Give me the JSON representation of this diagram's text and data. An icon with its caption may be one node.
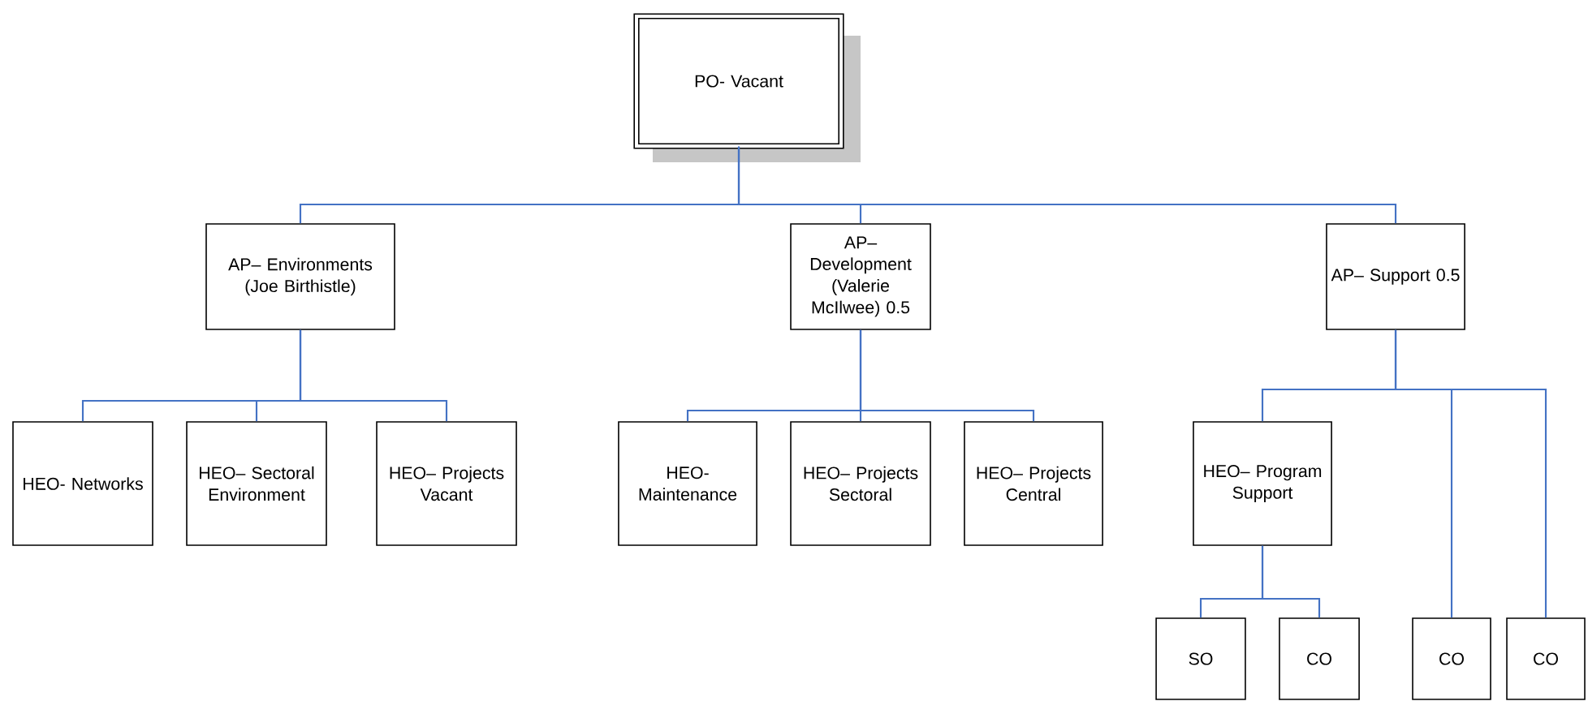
{
  "diagram": {
    "nodes": [
      {
        "text": [
          "PO- Vacant"
        ]
      },
      {
        "text": [
          "AP– Environments (Joe Birthistle)"
        ]
      },
      {
        "text": [
          "AP– Development (Valerie McIlwee) 0.5"
        ]
      },
      {
        "text": [
          "AP– Support 0.5"
        ]
      },
      {
        "text": [
          "HEO- Networks"
        ]
      },
      {
        "text": [
          "HEO– Sectoral Environment"
        ]
      },
      {
        "text": [
          "HEO– Projects Vacant"
        ]
      },
      {
        "text": [
          "HEO- Maintenance"
        ]
      },
      {
        "text": [
          "HEO– Projects Sectoral"
        ]
      },
      {
        "text": [
          "HEO– Projects Central"
        ]
      },
      {
        "text": [
          "HEO– Program Support"
        ]
      },
      {
        "text": [
          "SO"
        ]
      },
      {
        "text": [
          "CO"
        ]
      },
      {
        "text": [
          "CO"
        ]
      },
      {
        "text": [
          "CO"
        ]
      }
    ],
    "edges": [
      {
        "from": 0,
        "to": 1,
        "arrow": "none"
      },
      {
        "from": 0,
        "to": 2,
        "arrow": "none"
      },
      {
        "from": 0,
        "to": 3,
        "arrow": "none"
      },
      {
        "from": 1,
        "to": 4,
        "arrow": "none"
      },
      {
        "from": 1,
        "to": 5,
        "arrow": "none"
      },
      {
        "from": 1,
        "to": 6,
        "arrow": "none"
      },
      {
        "from": 2,
        "to": 7,
        "arrow": "none"
      },
      {
        "from": 2,
        "to": 8,
        "arrow": "none"
      },
      {
        "from": 2,
        "to": 9,
        "arrow": "none"
      },
      {
        "from": 3,
        "to": 10,
        "arrow": "none"
      },
      {
        "from": 3,
        "to": 13,
        "arrow": "none"
      },
      {
        "from": 3,
        "to": 14,
        "arrow": "none"
      },
      {
        "from": 10,
        "to": 11,
        "arrow": "none"
      },
      {
        "from": 10,
        "to": 12,
        "arrow": "none"
      }
    ]
  }
}
